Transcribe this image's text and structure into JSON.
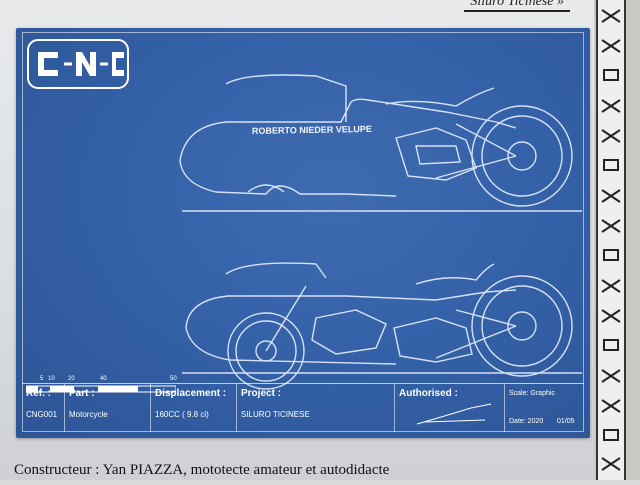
{
  "header": {
    "top_text": "Siluro Ticinese »"
  },
  "logo": {
    "text": "C-N-C"
  },
  "scale": {
    "ticks": [
      "5",
      "10",
      "20",
      "40",
      "50"
    ]
  },
  "title_block": {
    "ref_label": "Ref. :",
    "ref_value": "CNG001",
    "part_label": "Part :",
    "part_value": "Motorcycle",
    "displacement_label": "Displacement :",
    "displacement_value": "160CC ( 9.8 ci)",
    "project_label": "Project :",
    "project_value": "SILURO TICINESE",
    "authorised_label": "Authorised :",
    "scale_text": "Scale: Graphic",
    "date_text": "Date: 2020",
    "sheet_text": "01/05"
  },
  "fairing_text": "ROBERTO NIEDER VELUPE",
  "caption": "Constructeur : Yan PIAZZA, mototecte amateur et autodidacte",
  "colors": {
    "blueprint": "#3461a8",
    "lines": "#ffffff",
    "border": "#333333"
  }
}
